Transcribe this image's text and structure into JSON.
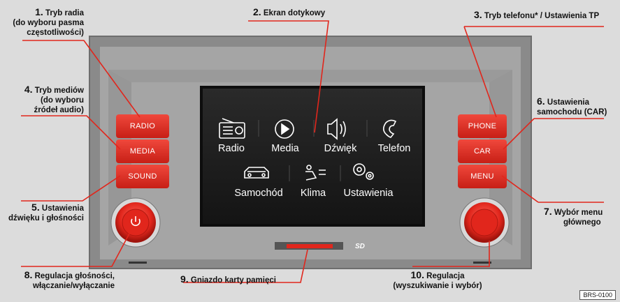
{
  "callouts": {
    "c1": {
      "num": "1.",
      "text": "Tryb radia",
      "line2": "(do wyboru pasma",
      "line3": "częstotliwości)"
    },
    "c2": {
      "num": "2.",
      "text": "Ekran dotykowy"
    },
    "c3": {
      "num": "3.",
      "text": "Tryb telefonu* / Ustawienia TP"
    },
    "c4": {
      "num": "4.",
      "text": "Tryb mediów",
      "line2": "(do wyboru",
      "line3": "źródeł audio)"
    },
    "c5": {
      "num": "5.",
      "text": "Ustawienia",
      "line2": "dźwięku i głośności"
    },
    "c6": {
      "num": "6.",
      "text": "Ustawienia",
      "line2": "samochodu (CAR)"
    },
    "c7": {
      "num": "7.",
      "text": "Wybór menu",
      "line2": "głównego"
    },
    "c8": {
      "num": "8.",
      "text": "Regulacja głośności,",
      "line2": "włączanie/wyłączanie"
    },
    "c9": {
      "num": "9.",
      "text": "Gniazdo karty pamięci"
    },
    "c10": {
      "num": "10.",
      "text": "Regulacja",
      "line2": "(wyszukiwanie i wybór)"
    }
  },
  "hardware_buttons": {
    "radio": "RADIO",
    "media": "MEDIA",
    "sound": "SOUND",
    "phone": "PHONE",
    "car": "CAR",
    "menu": "MENU"
  },
  "screen_apps": {
    "radio": "Radio",
    "media": "Media",
    "sound": "Dźwięk",
    "phone": "Telefon",
    "car": "Samochód",
    "climate": "Klima",
    "settings": "Ustawienia"
  },
  "sd_label": "SD",
  "figure_code": "BRS-0100",
  "colors": {
    "accent_red": "#e1261c",
    "panel_gray": "#8f8f8f",
    "screen_black": "#1a1a1a"
  }
}
